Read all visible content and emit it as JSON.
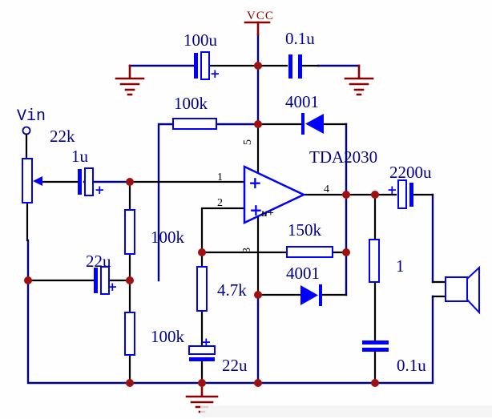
{
  "power": {
    "vcc": "VCC",
    "bulk_cap": "100u",
    "hf_cap": "0.1u"
  },
  "input": {
    "terminal": "Vin",
    "pot": "22k",
    "coupling_cap": "1u"
  },
  "bias": {
    "r_top": "100k",
    "r_upper": "100k",
    "r_lower": "100k",
    "decoupling_cap": "22u"
  },
  "ic": {
    "part": "TDA2030",
    "pin_noninv": "1",
    "pin_inv": "2",
    "pin_vneg": "3",
    "pin_out": "4",
    "pin_vpos": "5",
    "artifact_mark": "u+"
  },
  "feedback": {
    "r_150k": "150k",
    "r_47k": "4.7k",
    "cap_22u": "22u"
  },
  "protection": {
    "diode_top": "4001",
    "diode_bottom": "4001"
  },
  "output": {
    "coupling_cap": "2200u",
    "zobel_r": "1",
    "zobel_c": "0.1u"
  },
  "symbols": {
    "plus": "+"
  },
  "colors": {
    "wire": "#000087",
    "lead": "#000000",
    "component": "#0000FF",
    "label": "#000088",
    "power_ground": "#8B0000",
    "junction_dot": "#A01010"
  }
}
